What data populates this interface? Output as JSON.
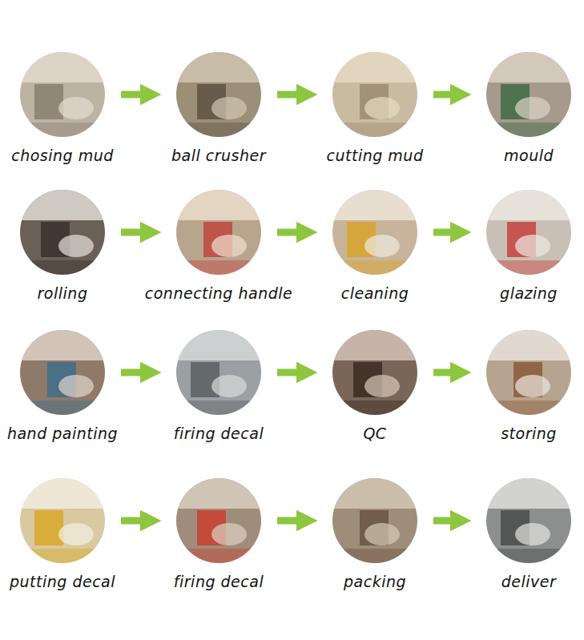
{
  "diagram": {
    "nodes": [
      {
        "text": [
          "chosing mud"
        ]
      },
      {
        "text": [
          "ball crusher"
        ]
      },
      {
        "text": [
          "cutting mud"
        ]
      },
      {
        "text": [
          "mould"
        ]
      },
      {
        "text": [
          "rolling"
        ]
      },
      {
        "text": [
          "connecting handle"
        ]
      },
      {
        "text": [
          "cleaning"
        ]
      },
      {
        "text": [
          "glazing"
        ]
      },
      {
        "text": [
          "hand painting"
        ]
      },
      {
        "text": [
          "firing decal"
        ]
      },
      {
        "text": [
          "QC"
        ]
      },
      {
        "text": [
          "storing"
        ]
      },
      {
        "text": [
          "putting decal"
        ]
      },
      {
        "text": [
          "firing decal"
        ]
      },
      {
        "text": [
          "packing"
        ]
      },
      {
        "text": [
          "deliver"
        ]
      }
    ],
    "edges": [
      {
        "from": 0,
        "to": 1,
        "arrow": "to"
      },
      {
        "from": 1,
        "to": 2,
        "arrow": "to"
      },
      {
        "from": 2,
        "to": 3,
        "arrow": "to"
      },
      {
        "from": 4,
        "to": 5,
        "arrow": "to"
      },
      {
        "from": 5,
        "to": 6,
        "arrow": "to"
      },
      {
        "from": 6,
        "to": 7,
        "arrow": "to"
      },
      {
        "from": 8,
        "to": 9,
        "arrow": "to"
      },
      {
        "from": 9,
        "to": 10,
        "arrow": "to"
      },
      {
        "from": 10,
        "to": 11,
        "arrow": "to"
      },
      {
        "from": 12,
        "to": 13,
        "arrow": "to"
      },
      {
        "from": 13,
        "to": 14,
        "arrow": "to"
      },
      {
        "from": 14,
        "to": 15,
        "arrow": "to"
      }
    ]
  }
}
